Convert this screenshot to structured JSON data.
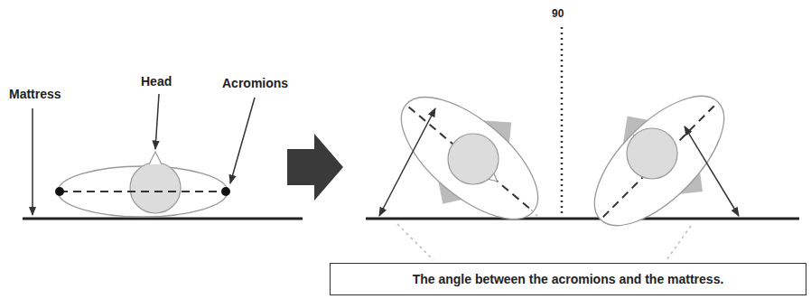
{
  "diagram": {
    "nodes": [
      {
        "text": [
          "The angle between the acromions and the mattress."
        ]
      }
    ],
    "labels": [
      "Mattress",
      "Head",
      "Acromions",
      "90"
    ]
  }
}
